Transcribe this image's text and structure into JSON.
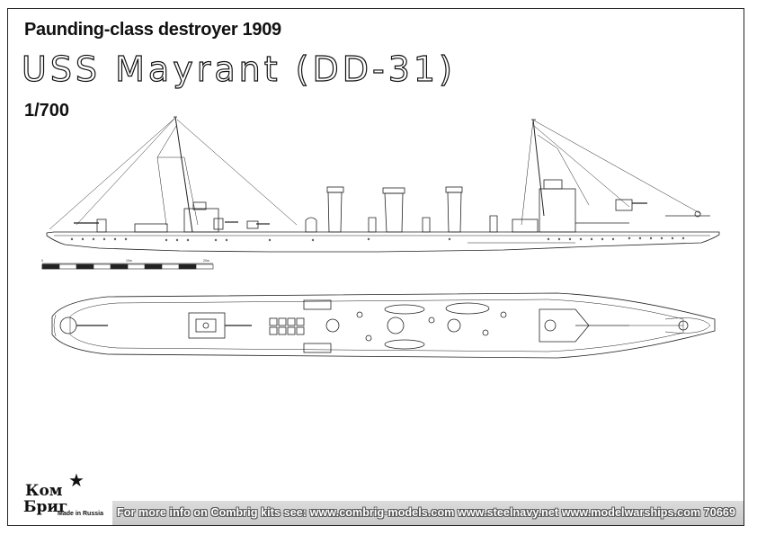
{
  "header": {
    "class_line": "Paunding-class destroyer 1909",
    "ship_name": "USS Mayrant (DD-31)",
    "scale": "1/700"
  },
  "scale_bar": {
    "labels": [
      "0",
      "10m",
      "20m"
    ]
  },
  "logo": {
    "line1": "Ком",
    "line2": "Бриг",
    "made_in": "Made in Russia",
    "star": "★"
  },
  "footer": {
    "text": "For more info on Combrig kits see: www.combrig-models.com www.steelnavy.net  www.modelwarships.com 70669"
  },
  "colors": {
    "line": "#222222",
    "footer_band": "#cfcfcf"
  }
}
